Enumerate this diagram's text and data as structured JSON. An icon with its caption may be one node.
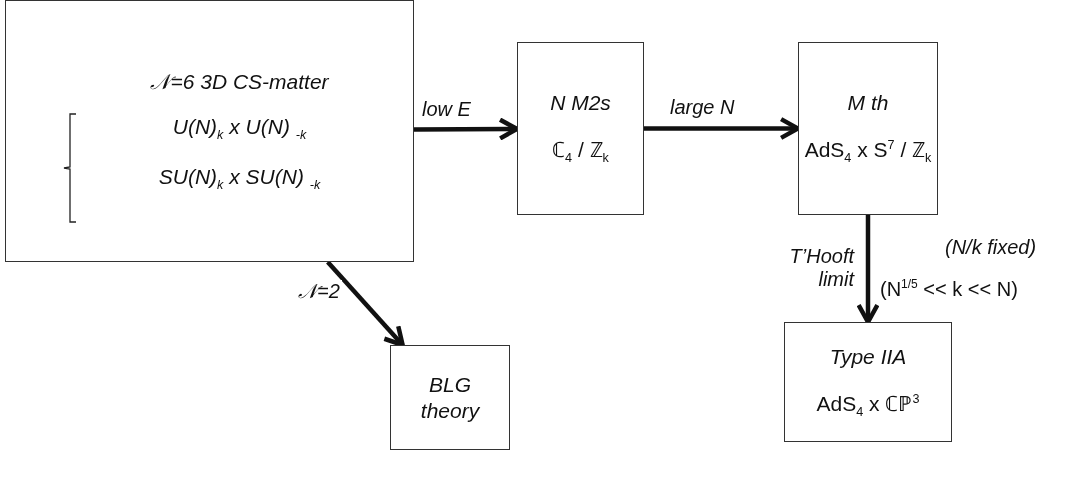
{
  "diagram": {
    "nodes": [
      {
        "text": [
          "𝒩=6 3D CS-matter",
          "U(N)$_{k}$ x U(N) $_{-k}$",
          "SU(N)$_{k}$ x SU(N) $_{-k}$"
        ]
      },
      {
        "text": [
          "N M2s",
          "ℂ$_{4}$ / ℤ$_{k}$"
        ]
      },
      {
        "text": [
          "M th",
          "AdS$_{4}$ x S$^{7}$ / ℤ$_{k}$"
        ]
      },
      {
        "text": [
          "BLG theory"
        ]
      },
      {
        "text": [
          "Type IIA",
          "AdS$_{4}$ x ℂℙ$^{3}$"
        ]
      }
    ],
    "edges": [
      {
        "from": 0,
        "to": 1,
        "arrow": "to",
        "label": "low E"
      },
      {
        "from": 1,
        "to": 2,
        "arrow": "to",
        "label": "large N"
      },
      {
        "from": 2,
        "to": 4,
        "arrow": "to",
        "label": "T’Hooft limit"
      },
      {
        "from": 0,
        "to": 3,
        "arrow": "to",
        "label": "𝒩=2"
      }
    ],
    "labels": [
      "(N/k fixed)",
      "(N$^{1/5}$ << k << N)"
    ]
  }
}
